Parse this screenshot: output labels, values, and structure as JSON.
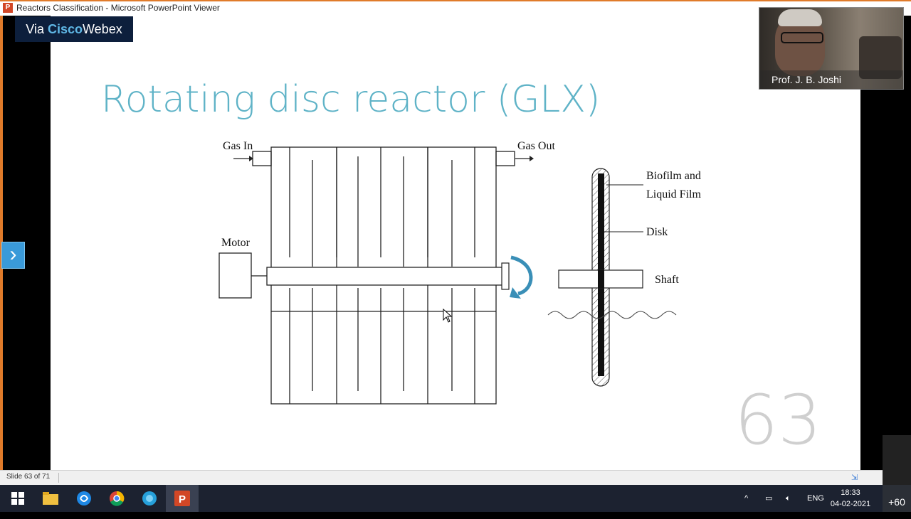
{
  "window": {
    "title": "Reactors Classification - Microsoft PowerPoint Viewer",
    "app_icon": "P"
  },
  "webex": {
    "via": "Via ",
    "brand1": "Cisco",
    "brand2": "Webex"
  },
  "slide": {
    "title": "Rotating disc reactor (GLX)",
    "number": "63",
    "labels": {
      "gas_in": "Gas In",
      "gas_out": "Gas Out",
      "motor": "Motor",
      "biofilm_1": "Biofilm and",
      "biofilm_2": "Liquid Film",
      "disk": "Disk",
      "shaft": "Shaft"
    }
  },
  "video": {
    "participant_name": "Prof. J. B. Joshi"
  },
  "statusbar": {
    "slide_info": "Slide 63 of 71"
  },
  "taskbar": {
    "apps": [
      "start-icon",
      "file-explorer-icon",
      "webex-icon",
      "chrome-icon",
      "browser-icon",
      "powerpoint-icon"
    ],
    "language": "ENG",
    "time": "18:33",
    "date": "04-02-2021",
    "overflow_count": "+60"
  },
  "colors": {
    "title": "#5fb3c7",
    "accent": "#e07b2a",
    "webex_bg": "#0d1f3c",
    "taskbar": "#1c2230"
  }
}
